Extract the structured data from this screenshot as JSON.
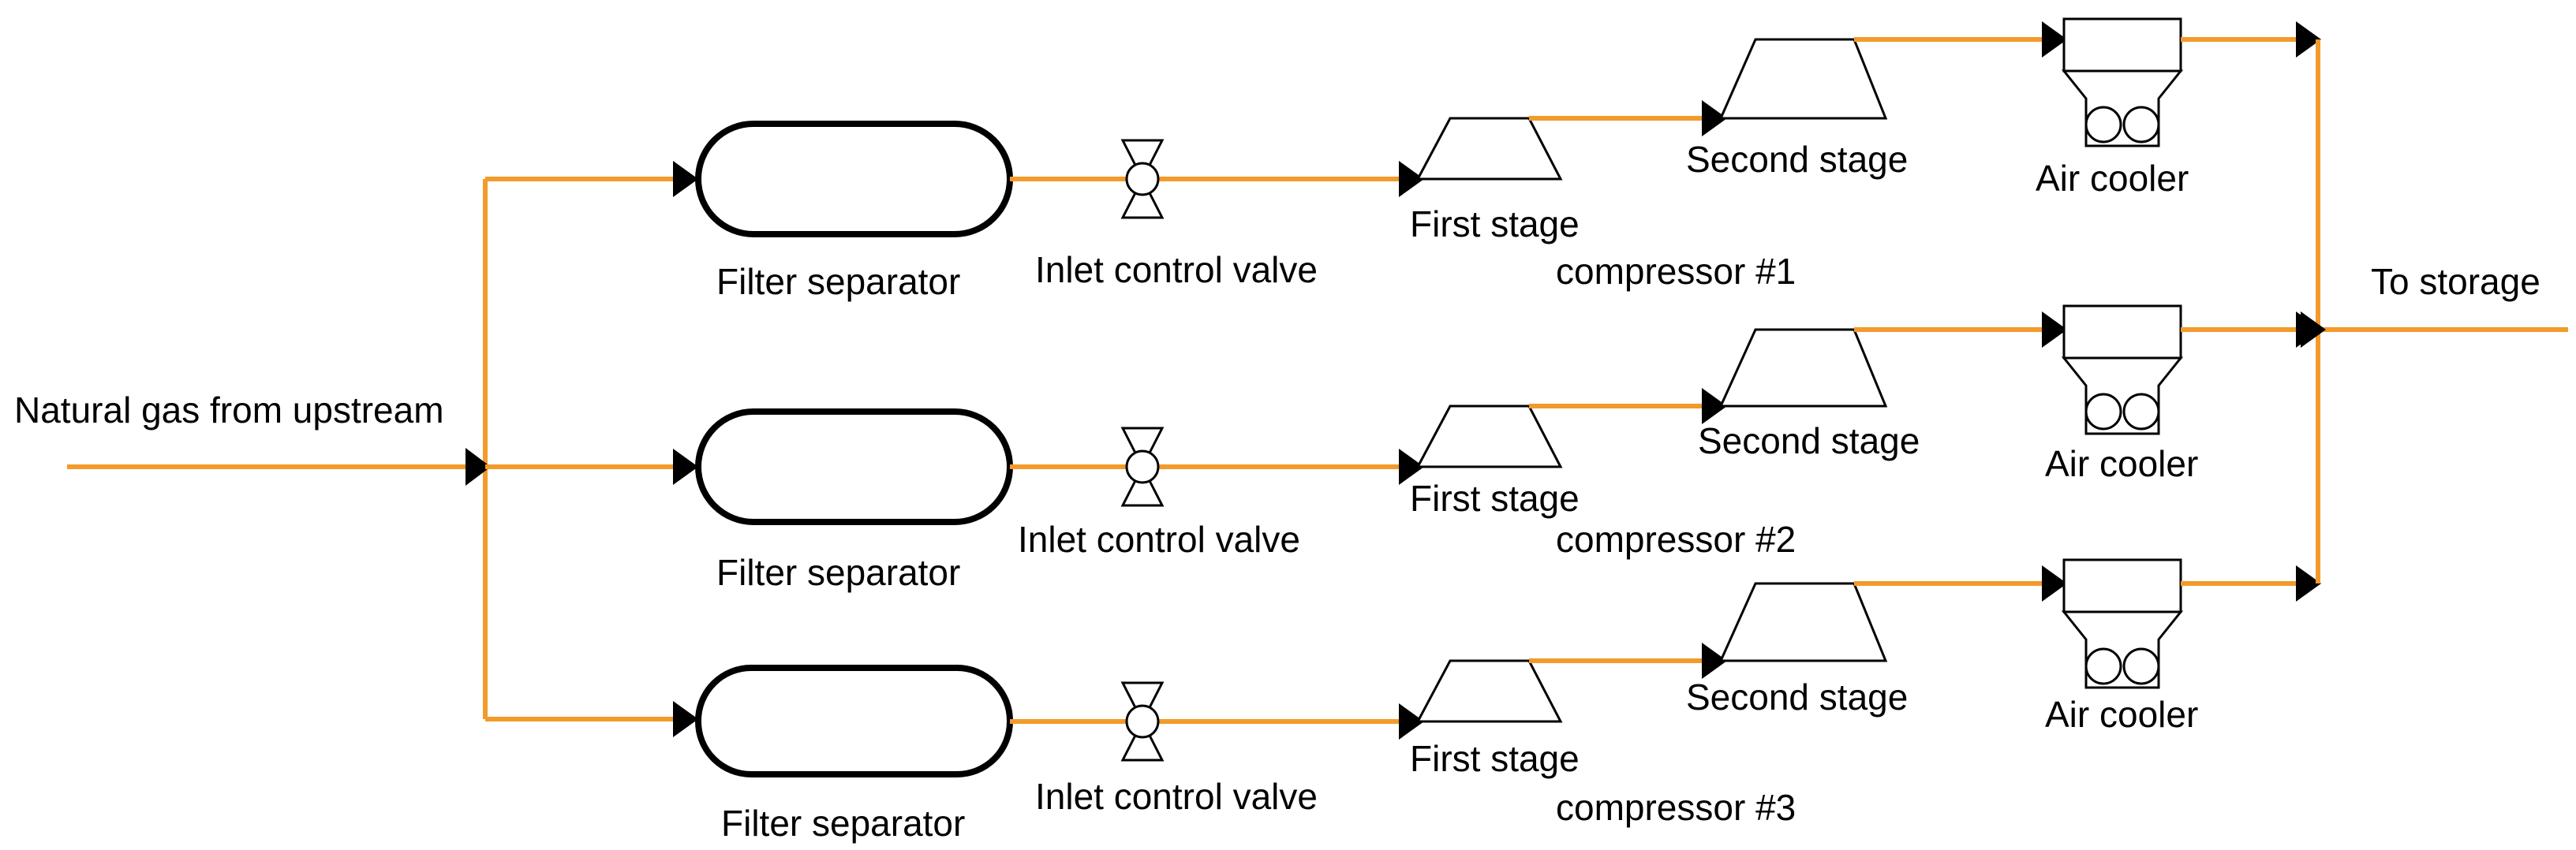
{
  "colors": {
    "pipe": "#F39A2B",
    "equipment": "#000000",
    "background": "#FFFFFF"
  },
  "source_label": "Natural gas from upstream",
  "outlet_label": "To storage",
  "trains": [
    {
      "filter_label": "Filter separator",
      "valve_label": "Inlet control valve",
      "first_stage_label": "First stage",
      "compressor_label": "compressor #1",
      "second_stage_label": "Second stage",
      "cooler_label": "Air cooler"
    },
    {
      "filter_label": "Filter separator",
      "valve_label": "Inlet control valve",
      "first_stage_label": "First stage",
      "compressor_label": "compressor #2",
      "second_stage_label": "Second stage",
      "cooler_label": "Air cooler"
    },
    {
      "filter_label": "Filter separator",
      "valve_label": "Inlet control valve",
      "first_stage_label": "First stage",
      "compressor_label": "compressor #3",
      "second_stage_label": "Second stage",
      "cooler_label": "Air cooler"
    }
  ]
}
